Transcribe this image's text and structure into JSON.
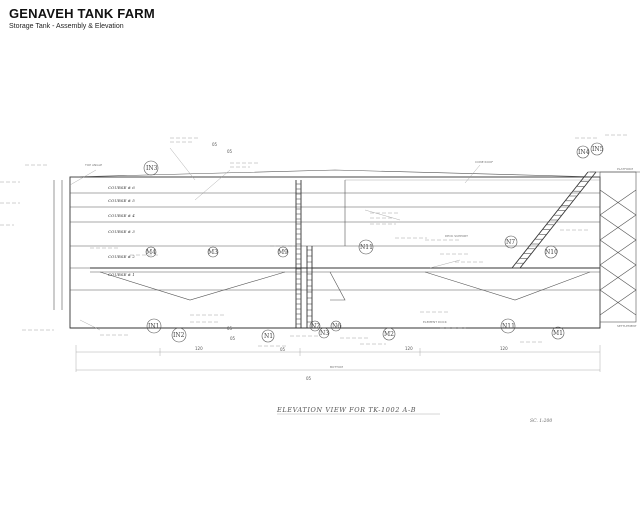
{
  "header": {
    "title": "GENAVEH TANK FARM",
    "subtitle": "Storage Tank - Assembly & Elevation"
  },
  "drawing": {
    "caption": "ELEVATION VIEW FOR TK-1002 A-B",
    "scale": "SC. 1:200",
    "courses": [
      "COURSE # 6",
      "COURSE # 5",
      "COURSE # 4",
      "COURSE # 3",
      "COURSE # 2",
      "COURSE # 1"
    ],
    "nozzle_tags": [
      "IN3",
      "IN4",
      "IN5",
      "N11",
      "N7",
      "N10",
      "M4",
      "M3",
      "M9",
      "IN1",
      "IN2",
      "N1",
      "N2",
      "N3",
      "N6",
      "M2",
      "N11",
      "M1"
    ],
    "marks": [
      "05",
      "05",
      "05",
      "05",
      "05",
      "05"
    ],
    "dimensions": [
      "120",
      "120",
      "120"
    ],
    "notes": {
      "top_angle": "TOP ANGLE",
      "cone_roof": "CONE ROOF",
      "deck_support": "DECK SUPPORT",
      "element_dock": "ELEMENT DOCK",
      "bottom": "BOTTOM",
      "platform": "PLATFORM",
      "settlement": "SETTLEMENT"
    }
  }
}
